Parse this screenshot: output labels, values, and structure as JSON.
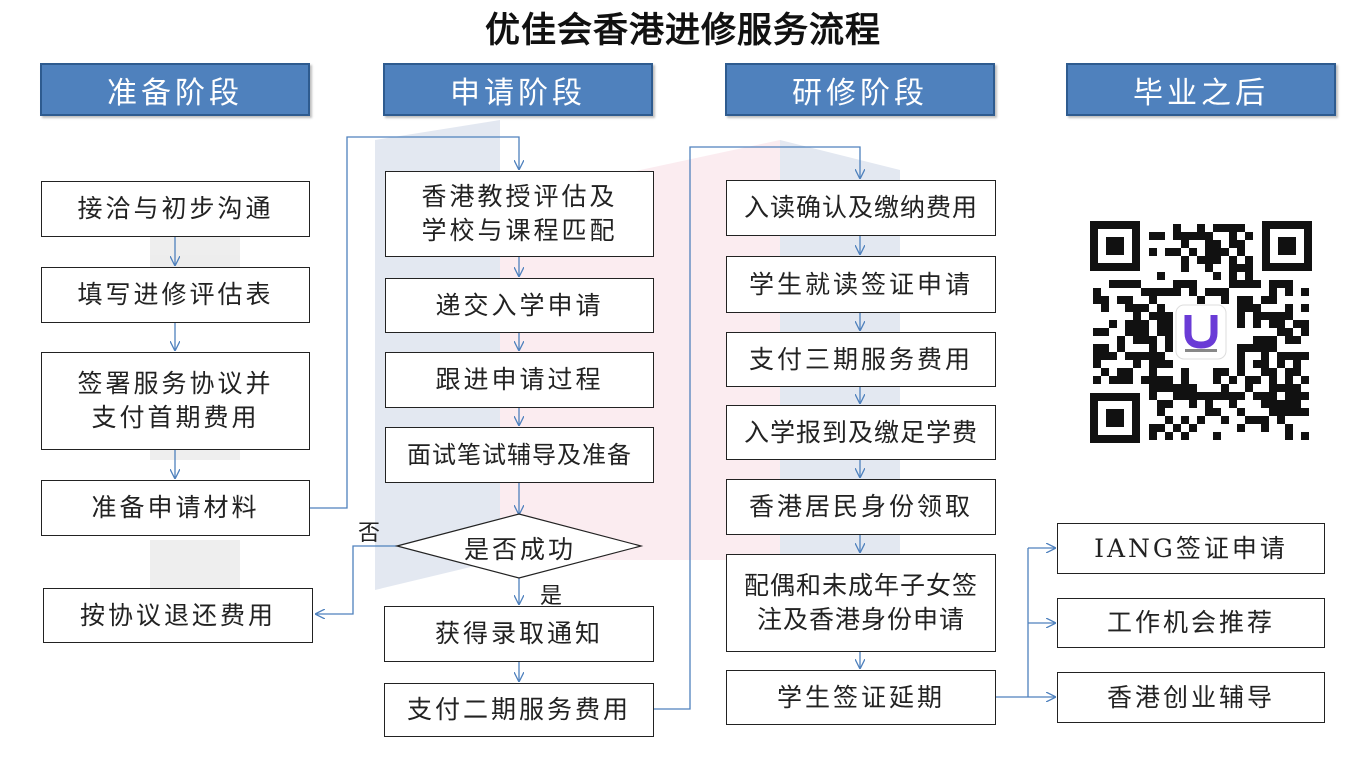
{
  "title": "优佳会香港进修服务流程",
  "headers": {
    "prepare": "准备阶段",
    "apply": "申请阶段",
    "study": "研修阶段",
    "after": "毕业之后"
  },
  "prepare_steps": {
    "s1": "接洽与初步沟通",
    "s2": "填写进修评估表",
    "s3": "签署服务协议并\n支付首期费用",
    "s4": "准备申请材料",
    "refund": "按协议退还费用"
  },
  "apply_steps": {
    "s1": "香港教授评估及\n学校与课程匹配",
    "s2": "递交入学申请",
    "s3": "跟进申请过程",
    "s4": "面试笔试辅导及准备",
    "decision": "是否成功",
    "yes": "是",
    "no": "否",
    "s5": "获得录取通知",
    "s6": "支付二期服务费用"
  },
  "study_steps": {
    "s1": "入读确认及缴纳费用",
    "s2": "学生就读签证申请",
    "s3": "支付三期服务费用",
    "s4": "入学报到及缴足学费",
    "s5": "香港居民身份领取",
    "s6": "配偶和未成年子女签\n注及香港身份申请",
    "s7": "学生签证延期"
  },
  "after_steps": {
    "s1": "IANG签证申请",
    "s2": "工作机会推荐",
    "s3": "香港创业辅导"
  },
  "colors": {
    "header_fill": "#4f81bd",
    "header_border": "#2e5b8f",
    "arrow": "#4f81bd",
    "watermark_blue": "#8fa2c8",
    "watermark_pink": "#f3c9d4",
    "qr_logo": "#6a3bd6"
  },
  "qr_code": {
    "logo_icon": "u-logo-icon"
  }
}
